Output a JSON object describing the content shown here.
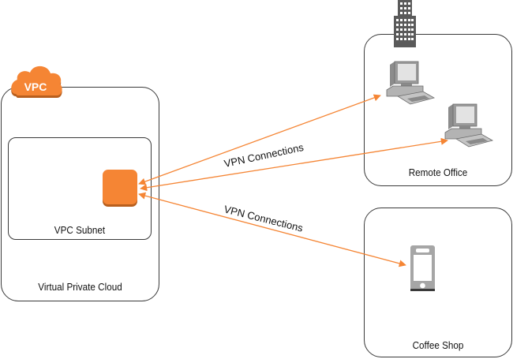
{
  "diagram": {
    "vpc": {
      "badge": "VPC",
      "label": "Virtual Private Cloud",
      "subnet": {
        "label": "VPC Subnet",
        "gateway_icon": "vpn-gateway-icon"
      }
    },
    "remote_office": {
      "label": "Remote Office",
      "icons": [
        "office-building-icon",
        "desktop-computer-icon",
        "desktop-computer-icon"
      ]
    },
    "coffee_shop": {
      "label": "Coffee Shop",
      "icons": [
        "mobile-phone-icon"
      ]
    },
    "connections": [
      {
        "label": "VPN Connections",
        "from": "vpc-subnet-gateway",
        "to": "remote-office-computer-1"
      },
      {
        "label": "",
        "from": "vpc-subnet-gateway",
        "to": "remote-office-computer-2"
      },
      {
        "label": "VPN Connections",
        "from": "vpc-subnet-gateway",
        "to": "coffee-shop-phone"
      }
    ],
    "colors": {
      "accent": "#f58534",
      "accent_dark": "#b85f1e",
      "border": "#3a3a3a",
      "device_gray": "#a6a6a6"
    }
  }
}
